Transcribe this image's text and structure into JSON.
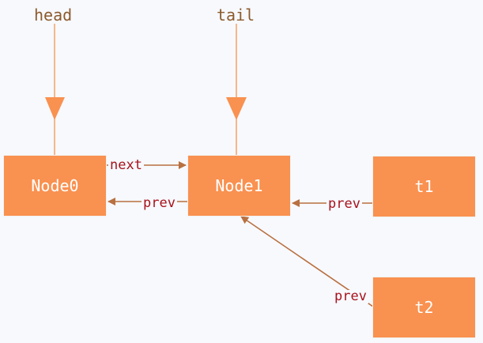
{
  "pointers": {
    "head": "head",
    "tail": "tail"
  },
  "nodes": {
    "node0": "Node0",
    "node1": "Node1",
    "t1": "t1",
    "t2": "t2"
  },
  "edges": {
    "next": "next",
    "prev_node1_node0": "prev",
    "prev_t1_node1": "prev",
    "prev_t2_node1": "prev"
  },
  "colors": {
    "background": "#f7f9fd",
    "node_fill": "#f99150",
    "node_text": "#ffffff",
    "pointer_line": "#f99150",
    "edge_line": "#b97040",
    "edge_label": "#a8111c",
    "pointer_label": "#8c5a2d"
  }
}
